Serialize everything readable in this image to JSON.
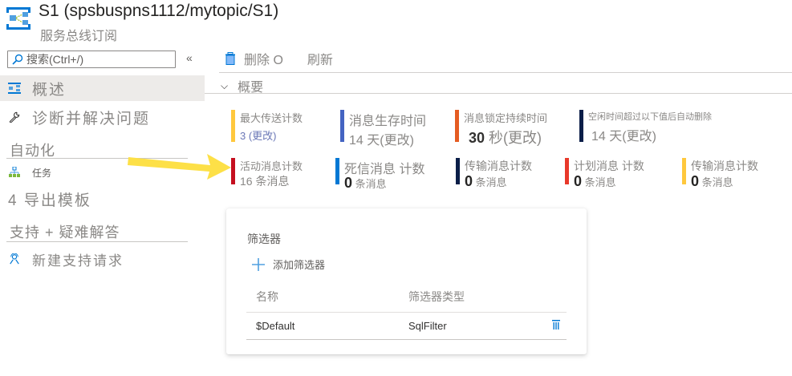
{
  "header": {
    "title": "S1 (spsbuspns1112/mytopic/S1)",
    "subtitle": "服务总线订阅",
    "icon": "service-bus-subscription-icon"
  },
  "sidebar": {
    "search": {
      "placeholder": "搜索(Ctrl+/)",
      "value": ""
    },
    "collapse_label": "«",
    "items": [
      {
        "label": "概述",
        "icon": "overview-icon",
        "active": true
      },
      {
        "label": "诊断并解决问题",
        "icon": "wrench-icon",
        "active": false
      }
    ],
    "groups": [
      {
        "title": "自动化",
        "items": [
          {
            "label": "任务",
            "icon": "tasks-icon"
          },
          {
            "label": "4 导出模板",
            "icon": ""
          }
        ]
      },
      {
        "title": "支持 +  疑难解答",
        "items": [
          {
            "label": "新建支持请求",
            "icon": "support-person-icon"
          }
        ]
      }
    ]
  },
  "toolbar": {
    "delete_label": "删除 O",
    "refresh_label": "刷新"
  },
  "essentials": {
    "label": "概要"
  },
  "properties": [
    {
      "label": "最大传送计数",
      "value": "3 (更改)",
      "color": "#ffc83d"
    },
    {
      "label": "消息生存时间",
      "value": "14 天(更改)",
      "color": "#4464c2"
    },
    {
      "label": "消息锁定持续时间",
      "value_num": "30",
      "value_rest": " 秒(更改)",
      "color": "#e55c22"
    },
    {
      "label": "空闲时间超过以下值后自动删除",
      "value": "14 天(更改)",
      "color": "#0b1e48"
    }
  ],
  "metrics": [
    {
      "label": "活动消息计数",
      "num": "16",
      "unit": " 条消息",
      "color": "#c50f1f"
    },
    {
      "label": "死信消息 计数",
      "num": "0",
      "unit": " 条消息",
      "color": "#0078d4"
    },
    {
      "label": "传输消息计数",
      "num": "0",
      "unit": " 条消息",
      "color": "#0b1e48"
    },
    {
      "label": "计划消息 计数",
      "num": "0",
      "unit": " 条消息",
      "color": "#e8392a"
    },
    {
      "label": "传输消息计数",
      "num": "0",
      "unit": " 条消息",
      "color": "#ffc83d"
    }
  ],
  "filters": {
    "title": "筛选器",
    "add_label": "添加筛选器",
    "columns": [
      "名称",
      "筛选器类型"
    ],
    "rows": [
      {
        "name": "$Default",
        "type": "SqlFilter"
      }
    ]
  },
  "annotation": {
    "arrow_color": "#fde047"
  }
}
